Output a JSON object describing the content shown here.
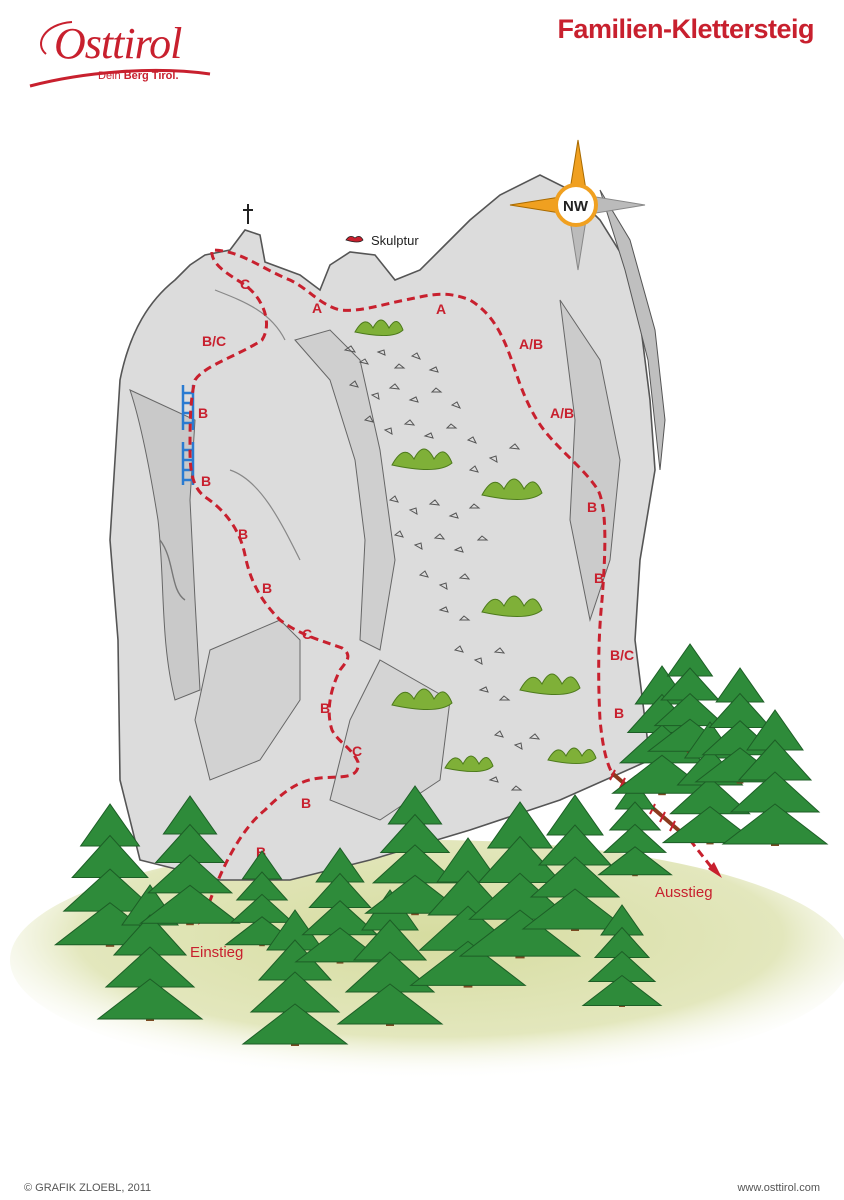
{
  "brand": {
    "logo_text": "Osttirol",
    "tagline_prefix": "Dein ",
    "tagline_bold": "Berg Tirol."
  },
  "title": "Familien-Klettersteig",
  "compass": {
    "label": "NW",
    "icon": "compass-rose-icon"
  },
  "summit": {
    "icon": "summit-cross-icon"
  },
  "sculpture": {
    "label": "Skulptur",
    "icon": "sculpture-icon"
  },
  "route": {
    "color": "#c8202e",
    "grades": [
      "A",
      "A",
      "C",
      "B/C",
      "B",
      "B",
      "B",
      "B",
      "C",
      "B",
      "C",
      "B",
      "B",
      "A/B",
      "A/B",
      "B",
      "B",
      "B/C",
      "B"
    ]
  },
  "places": {
    "start": "Einstieg",
    "exit": "Ausstieg"
  },
  "footer": {
    "copyright": "© GRAFIK ZLOEBL, 2011",
    "url": "www.osttirol.com"
  },
  "colors": {
    "rock": "#dcdcdc",
    "rock_shadow": "#c4c4c4",
    "tree": "#2e8b3a",
    "meadow": "#d9dfa5",
    "ladder": "#2a7bd1"
  }
}
